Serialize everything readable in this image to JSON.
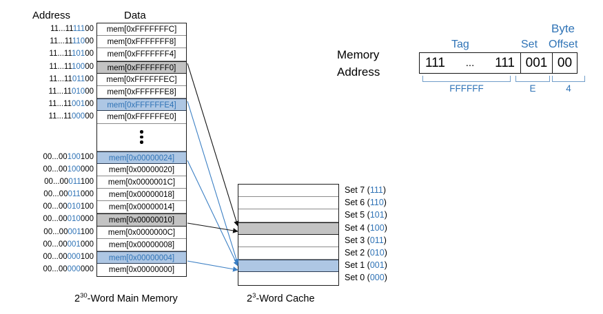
{
  "headers": {
    "address": "Address",
    "data": "Data"
  },
  "memory": {
    "caption_base": "2",
    "caption_exp": "30",
    "caption_rest": "-Word Main Memory",
    "rows": [
      {
        "addr_prefix": "11...11",
        "addr_set": "111",
        "addr_off": "00",
        "data": "mem[0xFFFFFFFC]",
        "fill": "none"
      },
      {
        "addr_prefix": "11...11",
        "addr_set": "110",
        "addr_off": "00",
        "data": "mem[0xFFFFFFF8]",
        "fill": "none"
      },
      {
        "addr_prefix": "11...11",
        "addr_set": "101",
        "addr_off": "00",
        "data": "mem[0xFFFFFFF4]",
        "fill": "none"
      },
      {
        "addr_prefix": "11...11",
        "addr_set": "100",
        "addr_off": "00",
        "data": "mem[0xFFFFFFF0]",
        "fill": "gray"
      },
      {
        "addr_prefix": "11...11",
        "addr_set": "011",
        "addr_off": "00",
        "data": "mem[0xFFFFFFEC]",
        "fill": "none"
      },
      {
        "addr_prefix": "11...11",
        "addr_set": "010",
        "addr_off": "00",
        "data": "mem[0xFFFFFFE8]",
        "fill": "none"
      },
      {
        "addr_prefix": "11...11",
        "addr_set": "001",
        "addr_off": "00",
        "data": "mem[0xFFFFFFE4]",
        "fill": "blue"
      },
      {
        "addr_prefix": "11...11",
        "addr_set": "000",
        "addr_off": "00",
        "data": "mem[0xFFFFFFE0]",
        "fill": "none"
      },
      {
        "addr_prefix": "",
        "addr_set": "",
        "addr_off": "",
        "data": "",
        "fill": "dots"
      },
      {
        "addr_prefix": "00...00",
        "addr_set": "100",
        "addr_off": "100",
        "data": "mem[0x00000024]",
        "fill": "blue"
      },
      {
        "addr_prefix": "00...00",
        "addr_set": "100",
        "addr_off": "000",
        "data": "mem[0x00000020]",
        "fill": "none"
      },
      {
        "addr_prefix": "00...00",
        "addr_set": "011",
        "addr_off": "100",
        "data": "mem[0x0000001C]",
        "fill": "none"
      },
      {
        "addr_prefix": "00...00",
        "addr_set": "011",
        "addr_off": "000",
        "data": "mem[0x00000018]",
        "fill": "none"
      },
      {
        "addr_prefix": "00...00",
        "addr_set": "010",
        "addr_off": "100",
        "data": "mem[0x00000014]",
        "fill": "none"
      },
      {
        "addr_prefix": "00...00",
        "addr_set": "010",
        "addr_off": "000",
        "data": "mem[0x00000010]",
        "fill": "gray"
      },
      {
        "addr_prefix": "00...00",
        "addr_set": "001",
        "addr_off": "100",
        "data": "mem[0x0000000C]",
        "fill": "none"
      },
      {
        "addr_prefix": "00...00",
        "addr_set": "001",
        "addr_off": "000",
        "data": "mem[0x00000008]",
        "fill": "none"
      },
      {
        "addr_prefix": "00...00",
        "addr_set": "000",
        "addr_off": "100",
        "data": "mem[0x00000004]",
        "fill": "blue"
      },
      {
        "addr_prefix": "00...00",
        "addr_set": "000",
        "addr_off": "000",
        "data": "mem[0x00000000]",
        "fill": "none"
      }
    ]
  },
  "cache": {
    "caption_base": "2",
    "caption_exp": "3",
    "caption_rest": "-Word Cache",
    "rows": [
      {
        "label": "Set 7",
        "bits": "111",
        "fill": "none"
      },
      {
        "label": "Set 6",
        "bits": "110",
        "fill": "none"
      },
      {
        "label": "Set 5",
        "bits": "101",
        "fill": "none"
      },
      {
        "label": "Set 4",
        "bits": "100",
        "fill": "gray"
      },
      {
        "label": "Set 3",
        "bits": "011",
        "fill": "none"
      },
      {
        "label": "Set 2",
        "bits": "010",
        "fill": "none"
      },
      {
        "label": "Set 1",
        "bits": "001",
        "fill": "blue"
      },
      {
        "label": "Set 0",
        "bits": "000",
        "fill": "none"
      }
    ]
  },
  "address_format": {
    "row1": "Memory",
    "row2": "Address",
    "field_labels": {
      "tag": "Tag",
      "set": "Set",
      "byte": "Byte",
      "offset": "Offset"
    },
    "tag_left": "111",
    "tag_ellipsis": "...",
    "tag_right": "111",
    "set_value": "001",
    "offset_value": "00",
    "hex_tag": "FFFFFF",
    "hex_set": "E",
    "hex_offset": "4"
  },
  "colors": {
    "blue_accent": "#2f73b6",
    "highlight_gray": "#c3c3c3",
    "highlight_blue": "#aec7e4",
    "brace_blue": "#6f9dc9"
  }
}
